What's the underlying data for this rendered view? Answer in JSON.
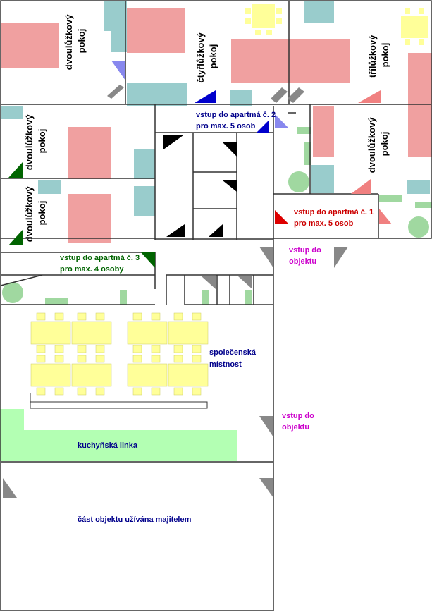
{
  "colors": {
    "bed": "#F0A0A0",
    "furniture": "#99CCCC",
    "table": "#FFFF99",
    "kitchen": "#B3FFB3",
    "green_item": "#A0D8A0",
    "door_black": "#000000",
    "door_blue": "#0000CC",
    "door_periwinkle": "#8888EE",
    "door_pink": "#F08080",
    "door_red": "#DD0000",
    "door_green": "#006400",
    "door_gray": "#888888",
    "wall": "#333333"
  },
  "rooms": {
    "room_top_double": [
      "dvoulůžkový",
      "pokoj"
    ],
    "room_quad": [
      "čtyřlůžkový",
      "pokoj"
    ],
    "room_triple": [
      "třílůžkový",
      "pokoj"
    ],
    "room_left_double_1": [
      "dvoulůžkový",
      "pokoj"
    ],
    "room_left_double_2": [
      "dvoulůžkový",
      "pokoj"
    ],
    "room_right_double": [
      "dvoulůžkový",
      "pokoj"
    ]
  },
  "entrances": {
    "apt2": [
      "vstup do apartmá č. 2",
      "pro max. 5 osob"
    ],
    "apt1": [
      "vstup do apartmá č. 1",
      "pro max. 5 osob"
    ],
    "apt3": [
      "vstup do apartmá č. 3",
      "pro max. 4 osoby"
    ],
    "building_1": [
      "vstup do",
      "objektu"
    ],
    "building_2": [
      "vstup do",
      "objektu"
    ]
  },
  "areas": {
    "common_room": [
      "společenská",
      "místnost"
    ],
    "kitchen": "kuchyňská linka",
    "owner": "část objektu užívána majitelem"
  }
}
